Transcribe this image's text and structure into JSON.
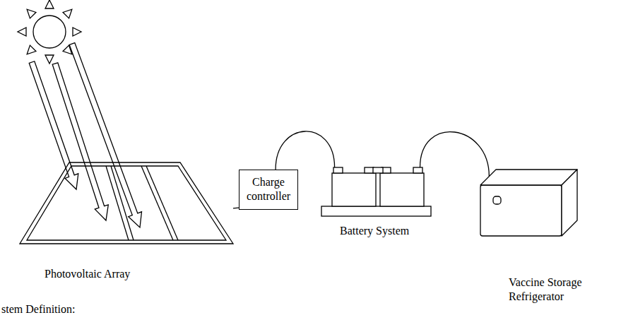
{
  "diagram": {
    "nodes": [
      {
        "text": [
          "Photovoltaic Array"
        ]
      },
      {
        "text": [
          "Charge controller"
        ]
      },
      {
        "text": [
          "Battery System"
        ]
      },
      {
        "text": [
          "Vaccine Storage Refrigerator"
        ]
      }
    ],
    "edges": [
      {
        "from": 0,
        "to": 1,
        "arrow": "none"
      },
      {
        "from": 1,
        "to": 2,
        "arrow": "none"
      },
      {
        "from": 2,
        "to": 3,
        "arrow": "none"
      }
    ],
    "labels": [
      "stem Definition:"
    ]
  }
}
